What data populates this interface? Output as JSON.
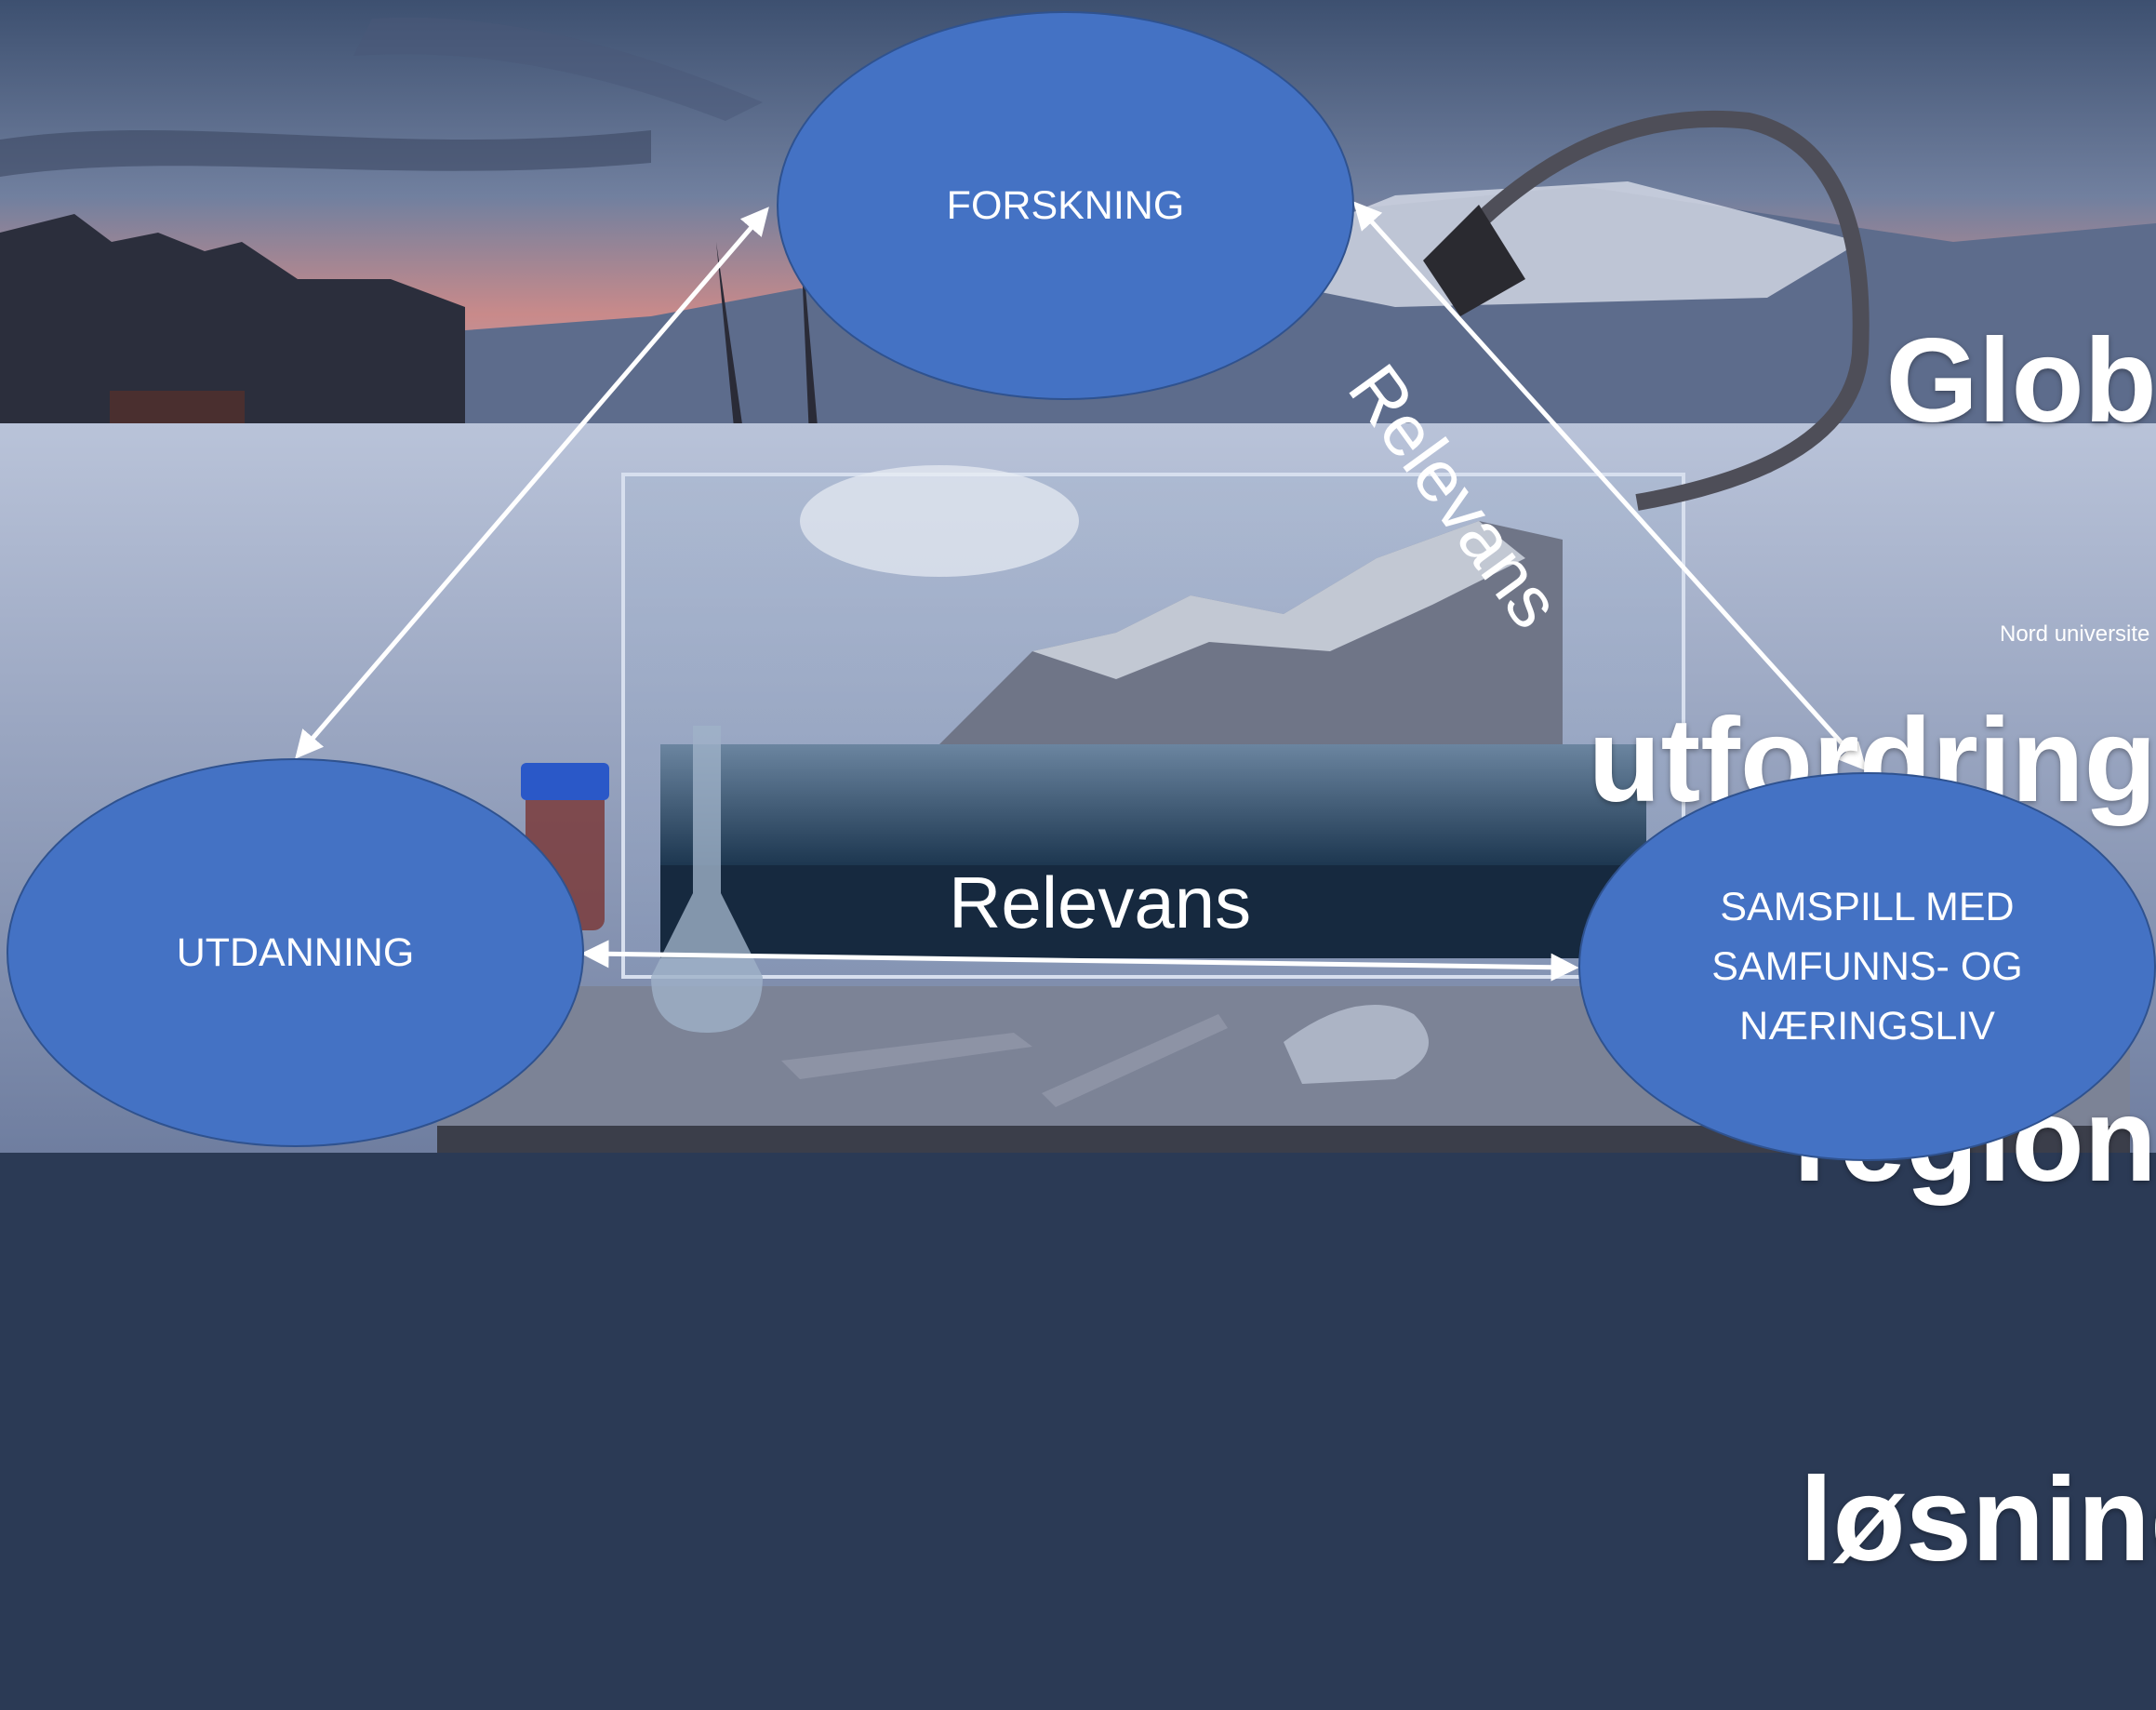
{
  "headline": {
    "lines": [
      "Globa",
      "utfordringe",
      "regiona",
      "løsning"
    ]
  },
  "org_name": "Nord universite",
  "nodes": {
    "forskning": "FORSKNING",
    "utdanning": "UTDANNING",
    "samspill": [
      "SAMSPILL MED",
      "SAMFUNNS- OG",
      "NÆRINGSLIV"
    ]
  },
  "relations": {
    "bottom_label": "Relevans",
    "diagonal_label": "Relevans"
  },
  "colors": {
    "node_fill": "#4472c4",
    "node_border": "#2f528f",
    "arrow": "#ffffff"
  }
}
